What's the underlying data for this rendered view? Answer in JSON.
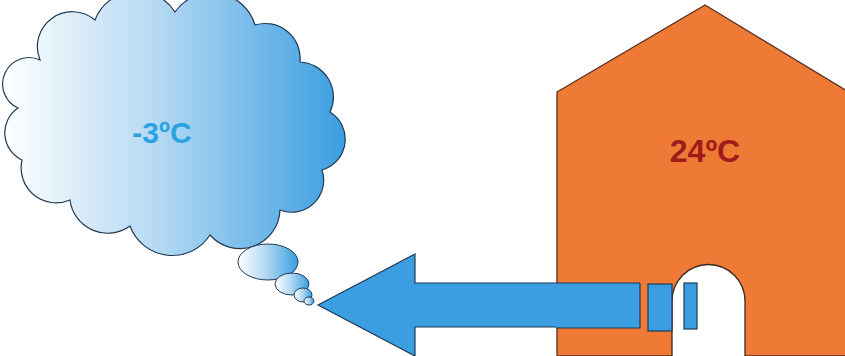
{
  "diagram": {
    "nodes": [
      {
        "text": [
          "-3ºC"
        ]
      },
      {
        "text": [
          "24ºC"
        ]
      }
    ],
    "edges": [
      {
        "from": 1,
        "to": 0,
        "arrow": "to"
      }
    ]
  }
}
